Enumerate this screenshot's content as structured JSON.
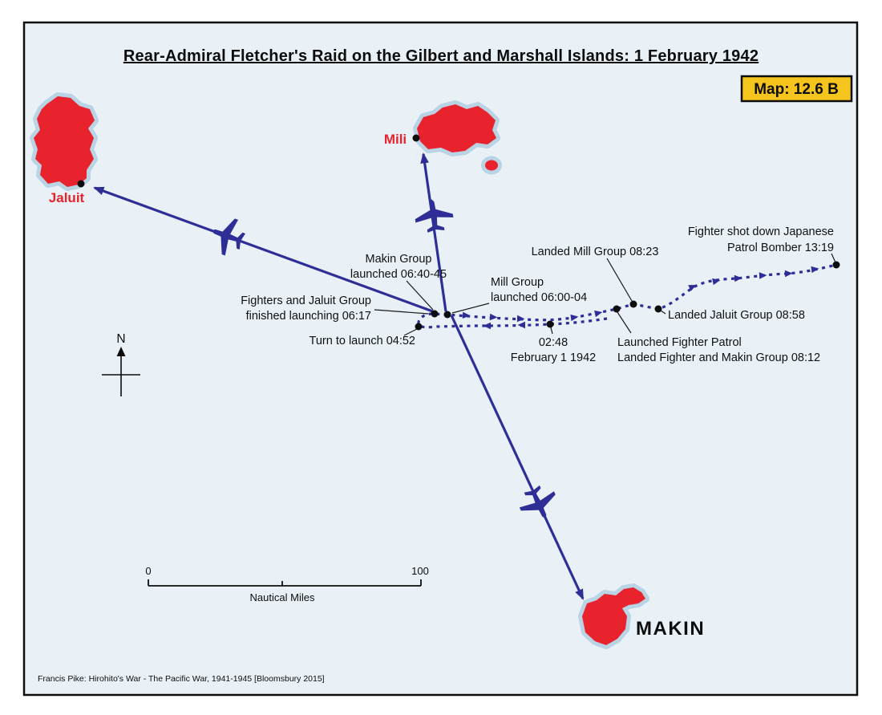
{
  "map": {
    "title": "Rear-Admiral Fletcher's Raid on the Gilbert and Marshall Islands: 1 February 1942",
    "badge_label": "Map: 12.6 B",
    "credit": "Francis Pike: Hirohito's War - The Pacific War, 1941-1945 [Bloomsbury 2015]",
    "compass_label": "N"
  },
  "islands": {
    "jaluit": {
      "label": "Jaluit"
    },
    "mili": {
      "label": "Mili"
    },
    "makin": {
      "label": "MAKIN"
    }
  },
  "scale_bar": {
    "start": "0",
    "end": "100",
    "unit": "Nautical Miles"
  },
  "events": {
    "turn_to_launch": {
      "line1": "Turn to launch 04:52"
    },
    "fighters_jaluit_finished": {
      "line1": "Fighters and Jaluit Group",
      "line2": "finished launching 06:17"
    },
    "makin_group_launched": {
      "line1": "Makin Group",
      "line2": "launched 06:40-45"
    },
    "mill_group_launched": {
      "line1": "Mill Group",
      "line2": "launched 06:00-04"
    },
    "feb1_0248": {
      "line1": "02:48",
      "line2": "February 1 1942"
    },
    "landed_mill_group": {
      "line1": "Landed Mill Group 08:23"
    },
    "launched_fighter_patrol": {
      "line1": "Launched Fighter Patrol",
      "line2": "Landed Fighter and Makin Group 08:12"
    },
    "landed_jaluit_group": {
      "line1": "Landed Jaluit Group 08:58"
    },
    "fighter_shot_down": {
      "line1": "Fighter shot down Japanese",
      "line2": "Patrol Bomber 13:19"
    }
  },
  "colors": {
    "sea": "#e9f1f7",
    "island_fill": "#e8232e",
    "island_halo": "#b9d4e4",
    "route_navy": "#2e2e96",
    "badge_yellow": "#f5c41d"
  }
}
